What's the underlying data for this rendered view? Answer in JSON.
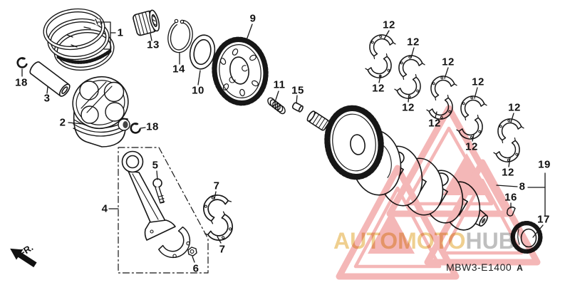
{
  "diagram": {
    "code": "MBW3-E1400",
    "code_suffix": "A",
    "front_label": "FR."
  },
  "watermark": {
    "brand_left": "AUTOMOTO",
    "brand_right": "HUB",
    "triangle_color": "#ED8A8A",
    "brand_left_color": "#EFCF8F",
    "brand_right_color": "#BFBFBF"
  },
  "callouts": [
    {
      "n": "1"
    },
    {
      "n": "13"
    },
    {
      "n": "14"
    },
    {
      "n": "18"
    },
    {
      "n": "3"
    },
    {
      "n": "2"
    },
    {
      "n": "18"
    },
    {
      "n": "10"
    },
    {
      "n": "9"
    },
    {
      "n": "11"
    },
    {
      "n": "15"
    },
    {
      "n": "4"
    },
    {
      "n": "5"
    },
    {
      "n": "6"
    },
    {
      "n": "7"
    },
    {
      "n": "7"
    },
    {
      "n": "12"
    },
    {
      "n": "12"
    },
    {
      "n": "12"
    },
    {
      "n": "12"
    },
    {
      "n": "12"
    },
    {
      "n": "12"
    },
    {
      "n": "12"
    },
    {
      "n": "12"
    },
    {
      "n": "12"
    },
    {
      "n": "12"
    },
    {
      "n": "8"
    },
    {
      "n": "19"
    },
    {
      "n": "16"
    },
    {
      "n": "17"
    }
  ]
}
